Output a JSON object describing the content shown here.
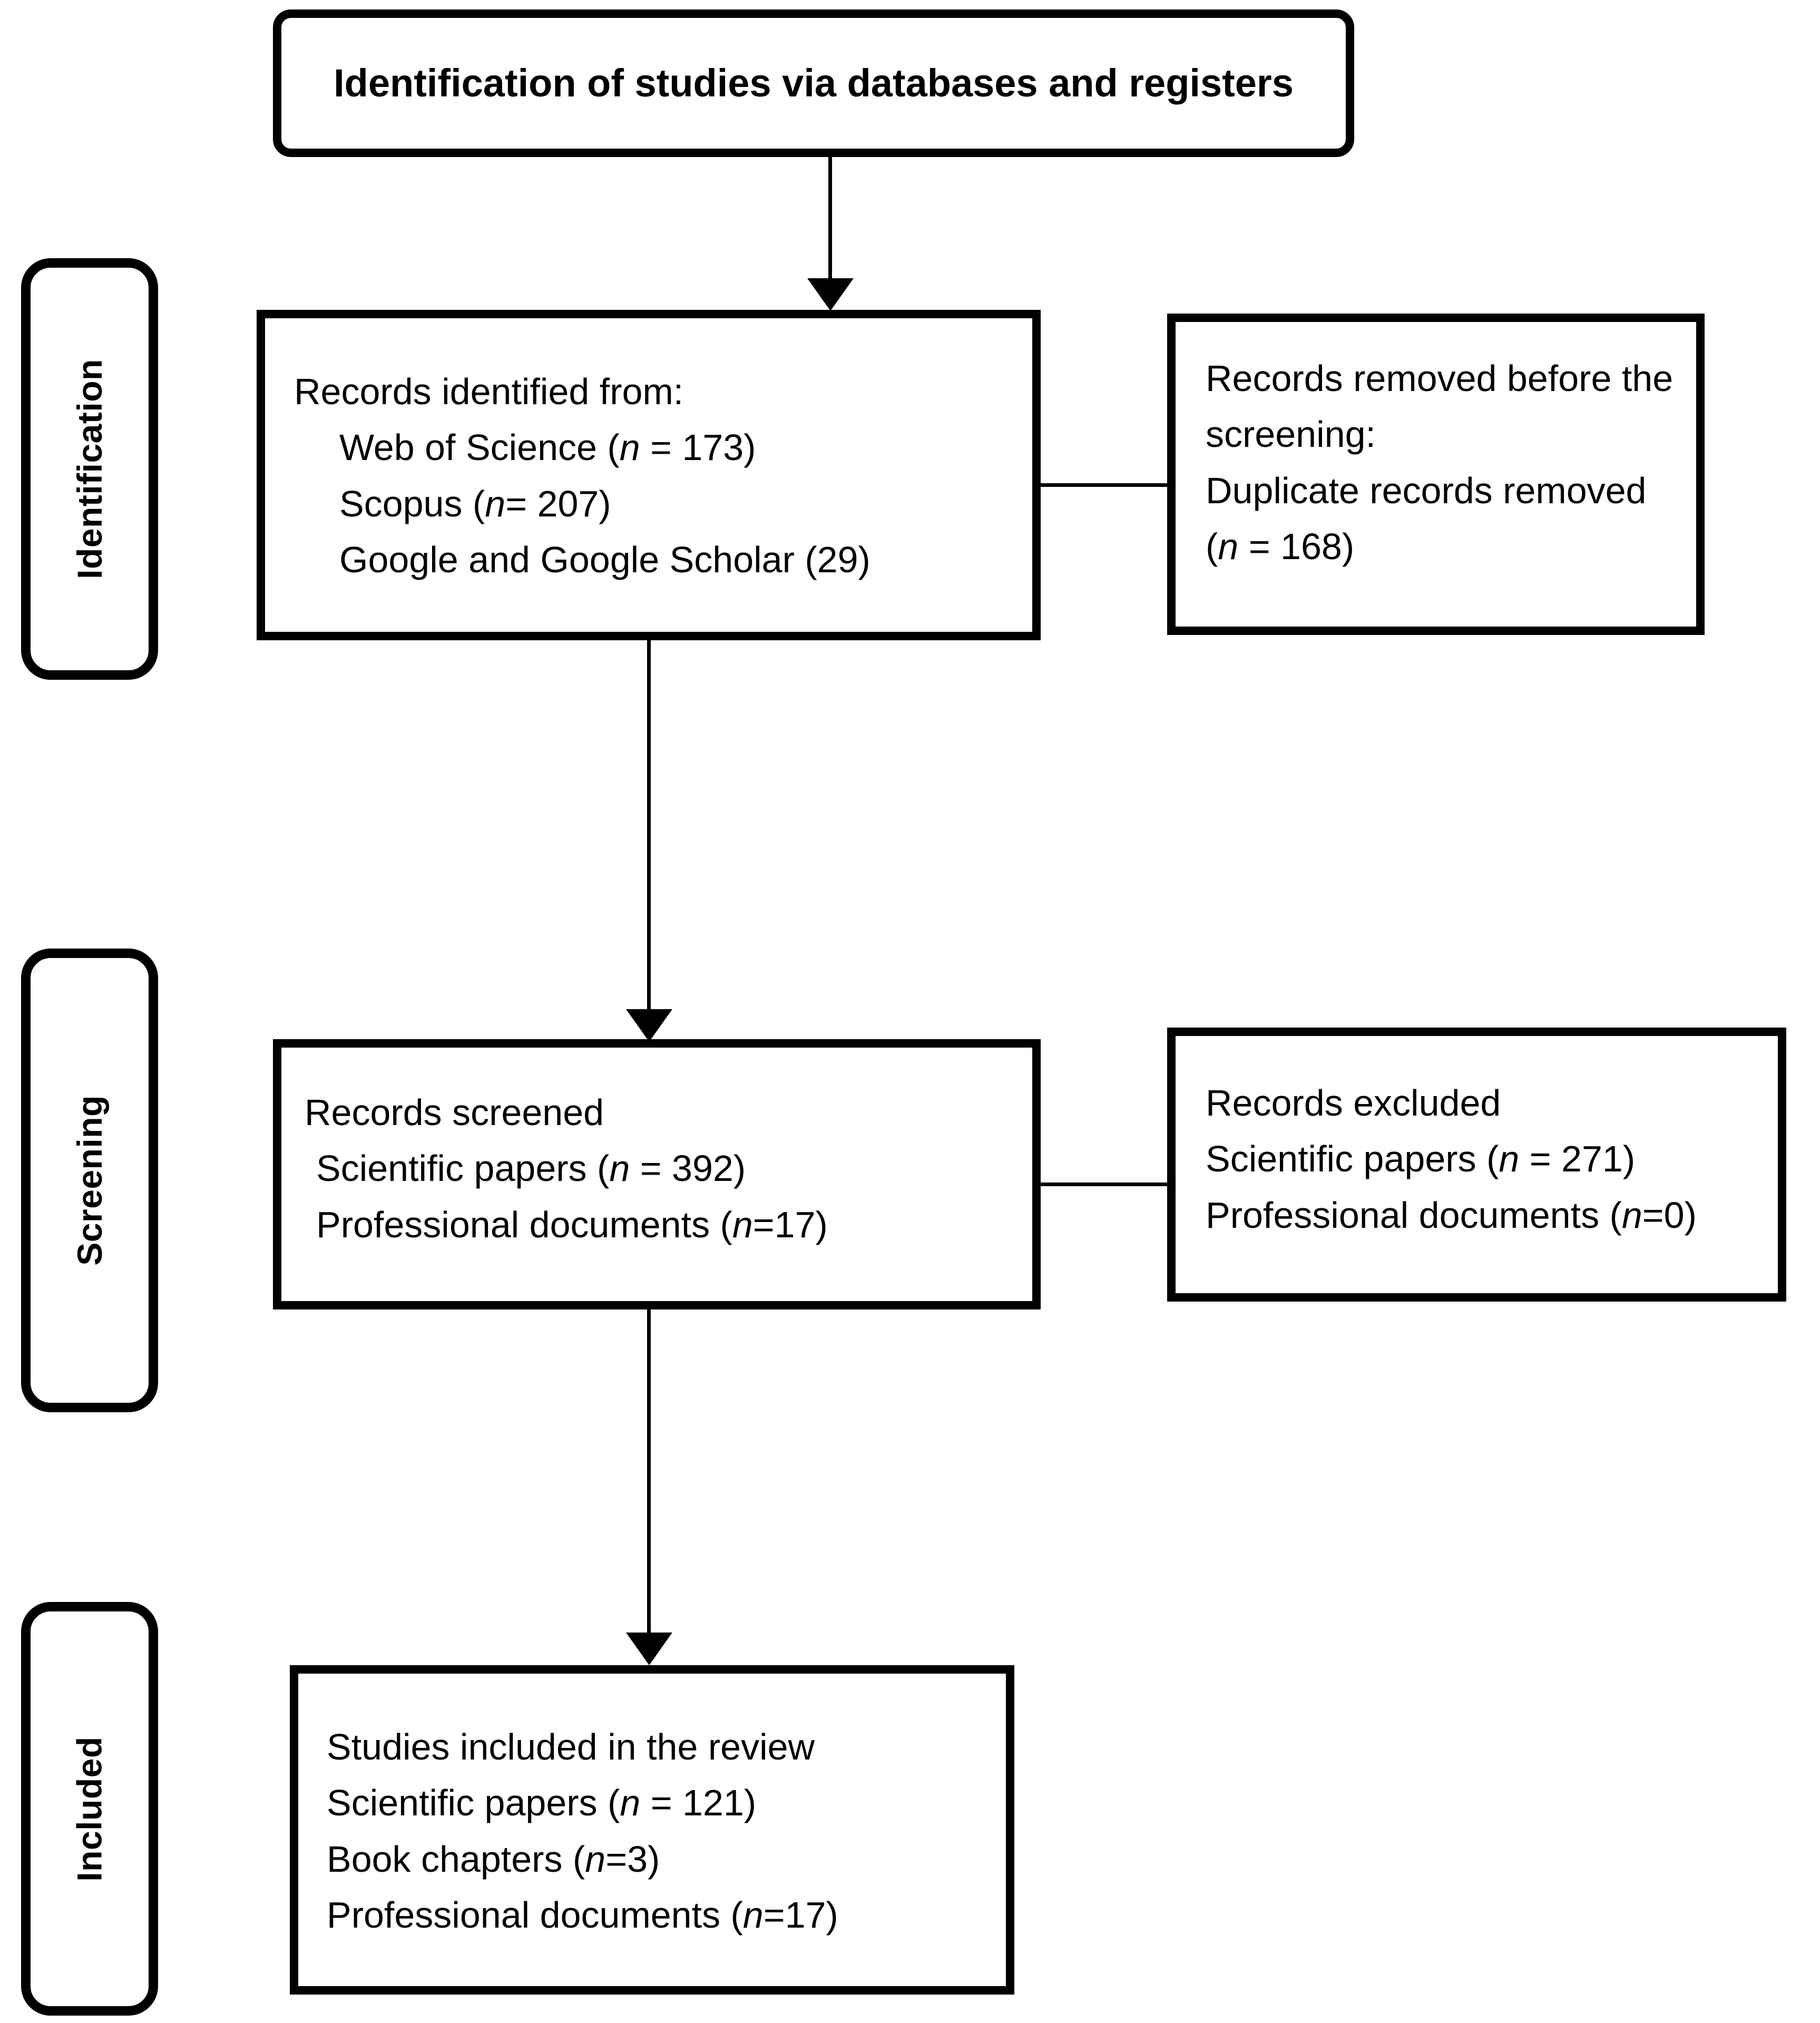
{
  "diagram": {
    "type": "prisma-flow-diagram",
    "title": "Identification of studies via databases and registers",
    "phases": [
      {
        "id": "identification",
        "label": "Identification"
      },
      {
        "id": "screening",
        "label": "Screening"
      },
      {
        "id": "included",
        "label": "Included"
      }
    ],
    "boxes": {
      "identified": {
        "name": "records-identified-box",
        "lines": [
          {
            "text": "Records identified from:",
            "indent": false
          },
          {
            "pre": "Web of Science (",
            "var": "n",
            "post": " = 173)",
            "indent": true
          },
          {
            "pre": "Scopus (",
            "var": "n",
            "post": "= 207)",
            "indent": true
          },
          {
            "text": "Google and Google Scholar (29)",
            "indent": true
          }
        ]
      },
      "removed": {
        "name": "records-removed-box",
        "lines": [
          {
            "text": "Records removed before the",
            "indent": false
          },
          {
            "text": "screening:",
            "indent": false
          },
          {
            "text": "Duplicate  records  removed",
            "indent": false
          },
          {
            "pre": "(",
            "var": "n",
            "post": " = 168)",
            "indent": false
          }
        ]
      },
      "screened": {
        "name": "records-screened-box",
        "lines": [
          {
            "text": "Records screened",
            "indent": false
          },
          {
            "pre": "Scientific papers (",
            "var": "n",
            "post": " = 392)",
            "indent": true
          },
          {
            "pre": "Professional documents (",
            "var": "n",
            "post": "=17)",
            "indent": true
          }
        ]
      },
      "excluded": {
        "name": "records-excluded-box",
        "lines": [
          {
            "text": "Records excluded",
            "indent": false
          },
          {
            "pre": "Scientific papers (",
            "var": "n",
            "post": " = 271)",
            "indent": false
          },
          {
            "pre": "Professional documents (",
            "var": "n",
            "post": "=0)",
            "indent": false
          }
        ]
      },
      "included": {
        "name": "studies-included-box",
        "lines": [
          {
            "text": "Studies included in the review",
            "indent": false
          },
          {
            "pre": "Scientific papers (",
            "var": "n",
            "post": " = 121)",
            "indent": false
          },
          {
            "pre": "Book chapters (",
            "var": "n",
            "post": "=3)",
            "indent": false
          },
          {
            "pre": "Professional documents (",
            "var": "n",
            "post": "=17)",
            "indent": false
          }
        ]
      }
    },
    "counts": {
      "web_of_science": 173,
      "scopus": 207,
      "google_and_google_scholar": 29,
      "duplicates_removed": 168,
      "screened_scientific_papers": 392,
      "screened_professional_documents": 17,
      "excluded_scientific_papers": 271,
      "excluded_professional_documents": 0,
      "included_scientific_papers": 121,
      "included_book_chapters": 3,
      "included_professional_documents": 17
    },
    "colors": {
      "stroke": "#000000",
      "fill": "#ffffff",
      "text": "#000000"
    }
  }
}
